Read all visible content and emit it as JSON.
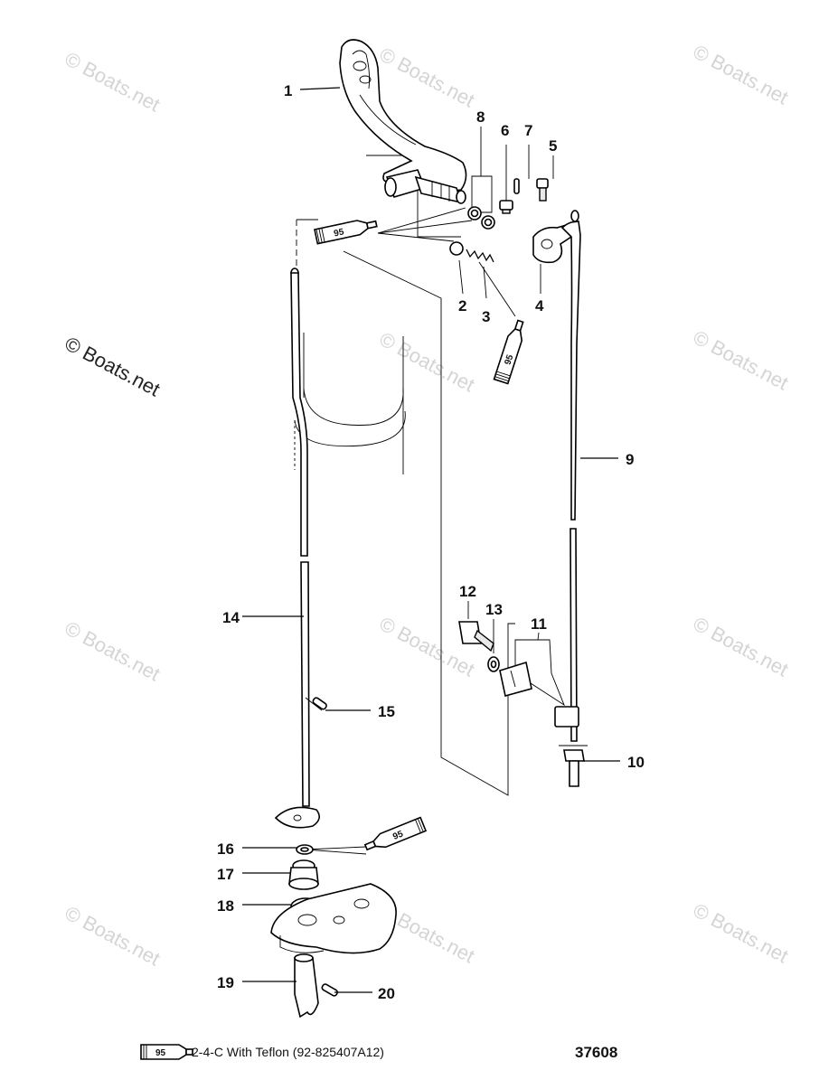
{
  "watermark": {
    "text": "© Boats.net"
  },
  "callouts": {
    "c1": "1",
    "c2": "2",
    "c3": "3",
    "c4": "4",
    "c5": "5",
    "c6": "6",
    "c7": "7",
    "c8": "8",
    "c9": "9",
    "c10": "10",
    "c11": "11",
    "c12": "12",
    "c13": "13",
    "c14": "14",
    "c15": "15",
    "c16": "16",
    "c17": "17",
    "c18": "18",
    "c19": "19",
    "c20": "20"
  },
  "lubricant": {
    "code": "95"
  },
  "legend": {
    "code": "95",
    "text": "2-4-C  With Teflon (92-825407A12)"
  },
  "figure_number": "37608"
}
